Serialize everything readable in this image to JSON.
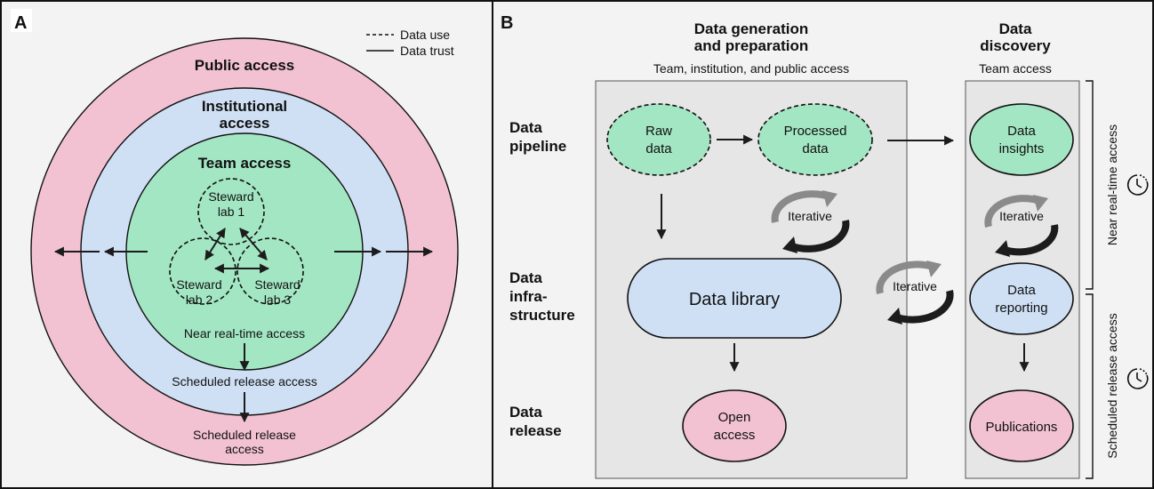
{
  "panel_a": {
    "letter": "A",
    "legend": {
      "dashed": "Data use",
      "solid": "Data trust"
    },
    "rings": {
      "public": "Public access",
      "institutional": [
        "Institutional",
        "access"
      ],
      "team": "Team access"
    },
    "labs": [
      [
        "Steward",
        "lab 1"
      ],
      [
        "Steward",
        "lab 2"
      ],
      [
        "Steward",
        "lab 3"
      ]
    ],
    "near_realtime": "Near real-time access",
    "scheduled_mid": "Scheduled release access",
    "scheduled_bottom": [
      "Scheduled release",
      "access"
    ]
  },
  "panel_b": {
    "letter": "B",
    "col_generation": {
      "title": [
        "Data generation",
        "and preparation"
      ],
      "subtitle": "Team, institution, and public access"
    },
    "col_discovery": {
      "title": [
        "Data",
        "discovery"
      ],
      "subtitle": "Team access"
    },
    "rows": {
      "pipeline": [
        "Data",
        "pipeline"
      ],
      "infrastructure": [
        "Data",
        "infra-",
        "structure"
      ],
      "release": [
        "Data",
        "release"
      ]
    },
    "nodes": {
      "raw": [
        "Raw",
        "data"
      ],
      "processed": [
        "Processed",
        "data"
      ],
      "library": "Data library",
      "open": [
        "Open",
        "access"
      ],
      "insights": [
        "Data",
        "insights"
      ],
      "reporting": [
        "Data",
        "reporting"
      ],
      "publications": "Publications"
    },
    "iterative": "Iterative",
    "side": {
      "near": "Near real-time access",
      "scheduled": "Scheduled release access"
    }
  },
  "colors": {
    "pink": "#f2c2d3",
    "blue": "#cfe0f5",
    "green": "#a3e6c3",
    "panel_bg": "#f3f3f3",
    "box_bg": "#e6e6e6",
    "arrow_dark": "#1c1c1c",
    "arrow_grey": "#8a8a8a"
  }
}
